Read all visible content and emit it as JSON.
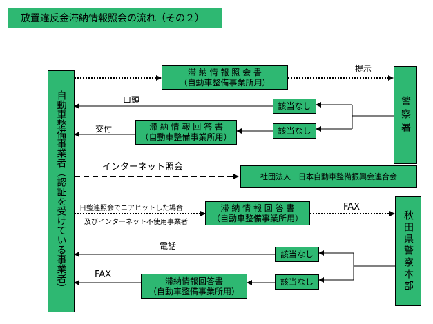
{
  "title": "放置違反金滞納情報照会の流れ（その２）",
  "left_entity": "自動車整備事業者（認証を受けている事業者）",
  "police_station": "警察署",
  "prefectural_police": "秋田県警察本部",
  "association": "社団法人　日本自動車整備振興会連合会",
  "boxes": {
    "inquiry": {
      "line1": "滞 納 情 報 照 会 書",
      "line2": "（自動車整備事業所用）"
    },
    "answer1": {
      "line1": "滞 納 情 報 回 答 書",
      "line2": "（自動車整備事業所用）"
    },
    "answer2": {
      "line1": "滞 納 情 報 回 答 書",
      "line2": "（自動車整備事業所用）"
    },
    "answer3": {
      "line1": "滞納情報回答書",
      "line2": "（自動車整備事業所用）"
    },
    "no_match1": "該当なし",
    "no_match2": "該当なし",
    "no_match3": "該当なし",
    "no_match4": "該当なし"
  },
  "labels": {
    "present": "提示",
    "oral": "口頭",
    "deliver": "交付",
    "internet": "インターネット照会",
    "hit_line1": "日整連照会でニアヒットした場合",
    "hit_line2": "及びインターネット不使用事業者",
    "fax_right": "FAX",
    "phone": "電話",
    "fax_left": "FAX"
  },
  "colors": {
    "box_fill": "#2eb872",
    "line": "#000000"
  }
}
